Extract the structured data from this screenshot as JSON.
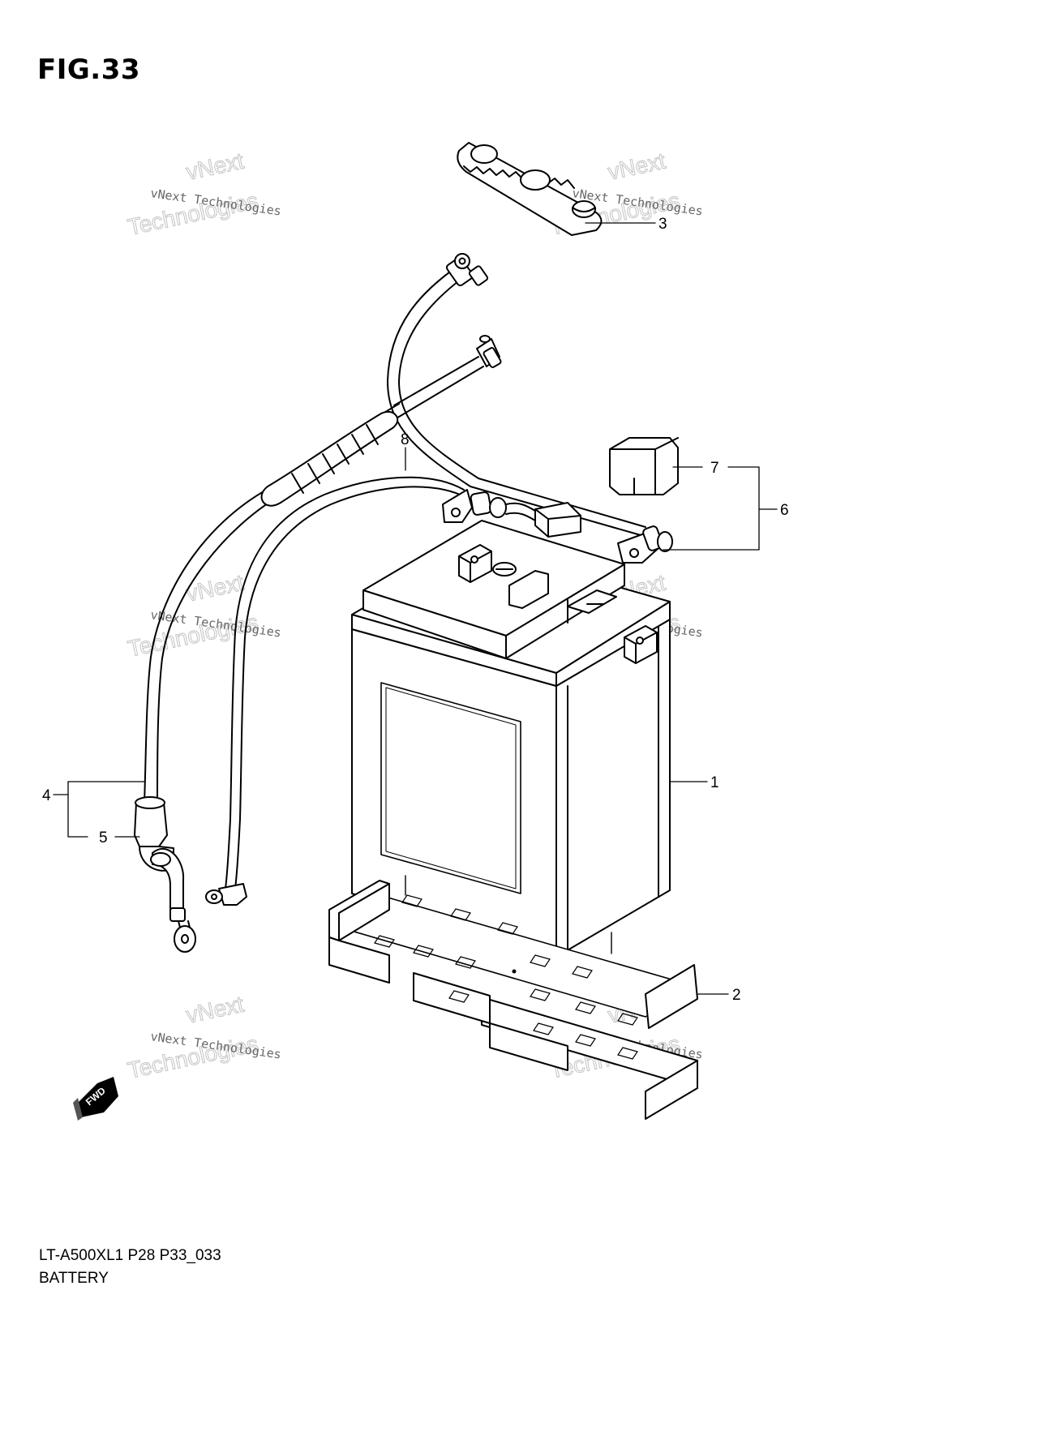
{
  "figure": {
    "title": "FIG.33"
  },
  "callouts": [
    {
      "id": "1",
      "label": "1"
    },
    {
      "id": "2",
      "label": "2"
    },
    {
      "id": "3",
      "label": "3"
    },
    {
      "id": "4",
      "label": "4"
    },
    {
      "id": "5",
      "label": "5"
    },
    {
      "id": "6",
      "label": "6"
    },
    {
      "id": "7",
      "label": "7"
    },
    {
      "id": "8",
      "label": "8"
    }
  ],
  "watermark": {
    "name": "vNext Technologies",
    "line1": "vNext",
    "line2": "Technologies"
  },
  "fwd_marker": {
    "label": "FWD"
  },
  "footer": {
    "code": "LT-A500XL1 P28 P33_033",
    "name": "BATTERY"
  }
}
